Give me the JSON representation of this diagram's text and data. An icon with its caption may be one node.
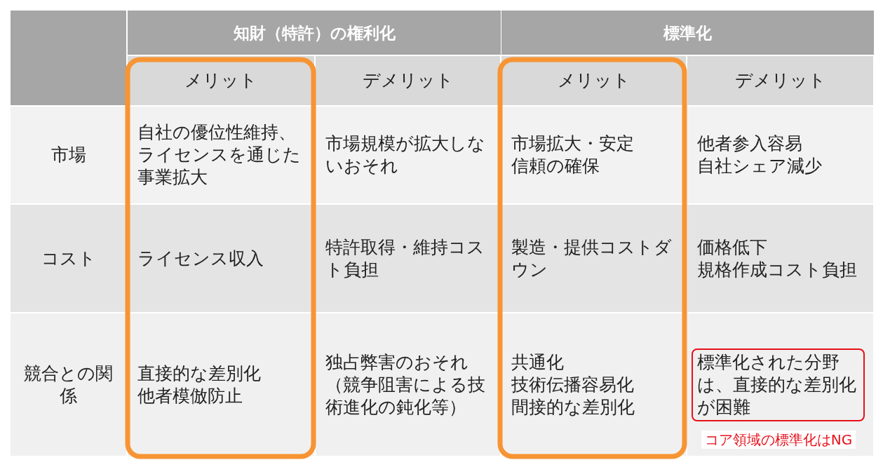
{
  "diagram": {
    "labels": [
      "知財（特許）の権利化",
      "標準化",
      "メリット",
      "デメリット",
      "メリット",
      "デメリット",
      "市場",
      "自社の優位性維持、ライセンスを通じた事業拡大",
      "市場規模が拡大しないおそれ",
      "市場拡大・安定",
      "信頼の確保",
      "他者参入容易",
      "自社シェア減少",
      "コスト",
      "ライセンス収入",
      "特許取得・維持コスト負担",
      "製造・提供コストダウン",
      "価格低下",
      "規格作成コスト負担",
      "競合との関係",
      "直接的な差別化",
      "他者模倣防止",
      "独占弊害のおそれ（競争阻害による技術進化の鈍化等）",
      "共通化",
      "技術伝播容易化",
      "間接的な差別化",
      "標準化された分野は、直接的な差別化が困難",
      "コア領域の標準化はNG"
    ]
  }
}
